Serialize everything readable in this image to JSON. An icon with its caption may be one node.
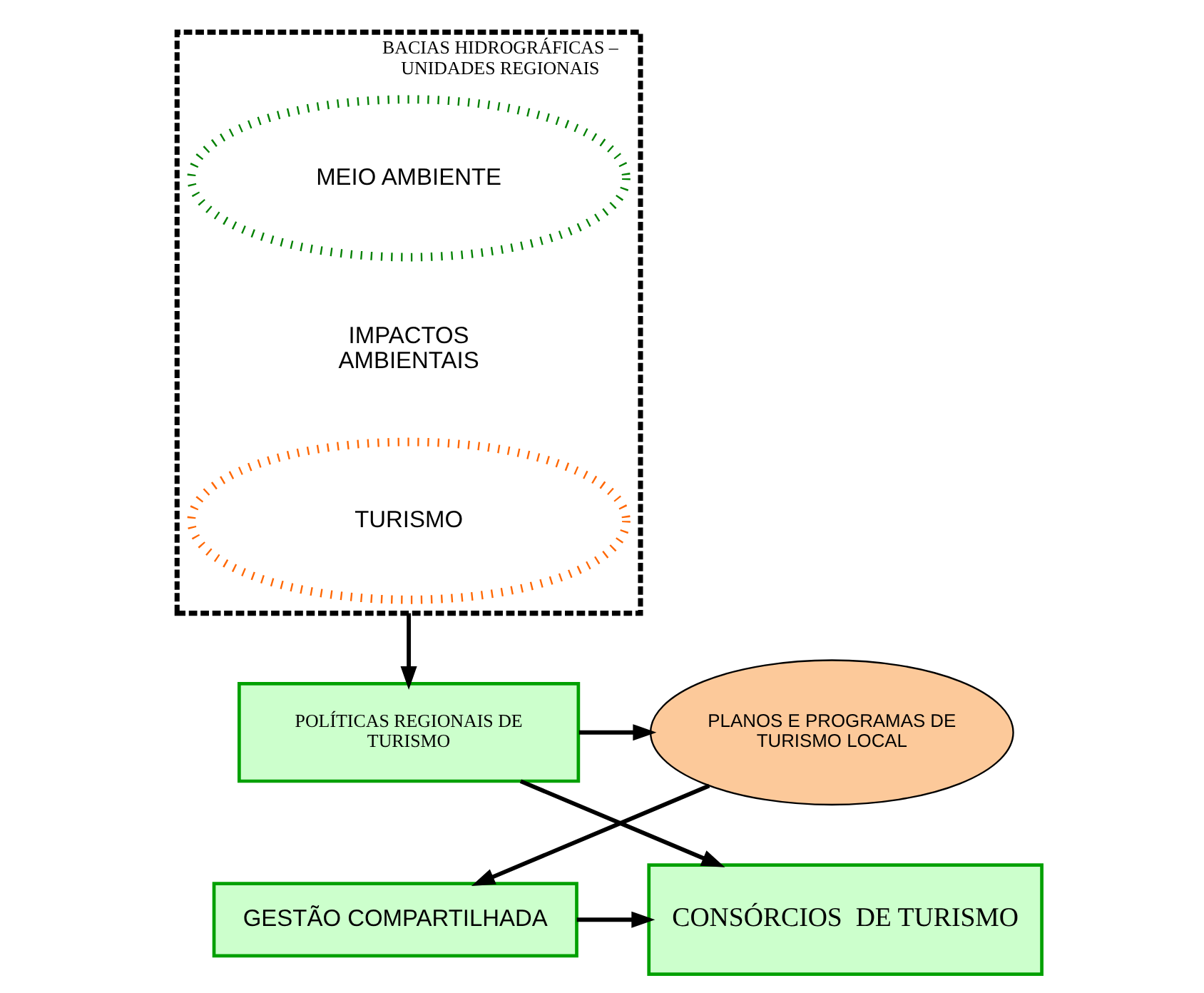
{
  "diagram": {
    "nodes": [
      {
        "text": [
          "BACIAS HIDROGRÁFICAS – UNIDADES REGIONAIS"
        ]
      },
      {
        "text": [
          "MEIO AMBIENTE"
        ],
        "in": 0
      },
      {
        "text": [
          "TURISMO"
        ],
        "in": 0
      },
      {
        "text": [
          "POLÍTICAS REGIONAIS DE TURISMO"
        ]
      },
      {
        "text": [
          "PLANOS E PROGRAMAS DE TURISMO LOCAL"
        ]
      },
      {
        "text": [
          "CONSÓRCIOS  DE TURISMO"
        ]
      },
      {
        "text": [
          "GESTÃO COMPARTILHADA"
        ]
      }
    ],
    "edges": [
      {
        "from": 0,
        "to": 3,
        "arrow": "to"
      },
      {
        "from": 3,
        "to": 4,
        "arrow": "to"
      },
      {
        "from": 3,
        "to": 5,
        "arrow": "to"
      },
      {
        "from": 4,
        "to": 6,
        "arrow": "to"
      },
      {
        "from": 6,
        "to": 5,
        "arrow": "to"
      }
    ],
    "labels": [
      "IMPACTOS AMBIENTAIS"
    ]
  }
}
